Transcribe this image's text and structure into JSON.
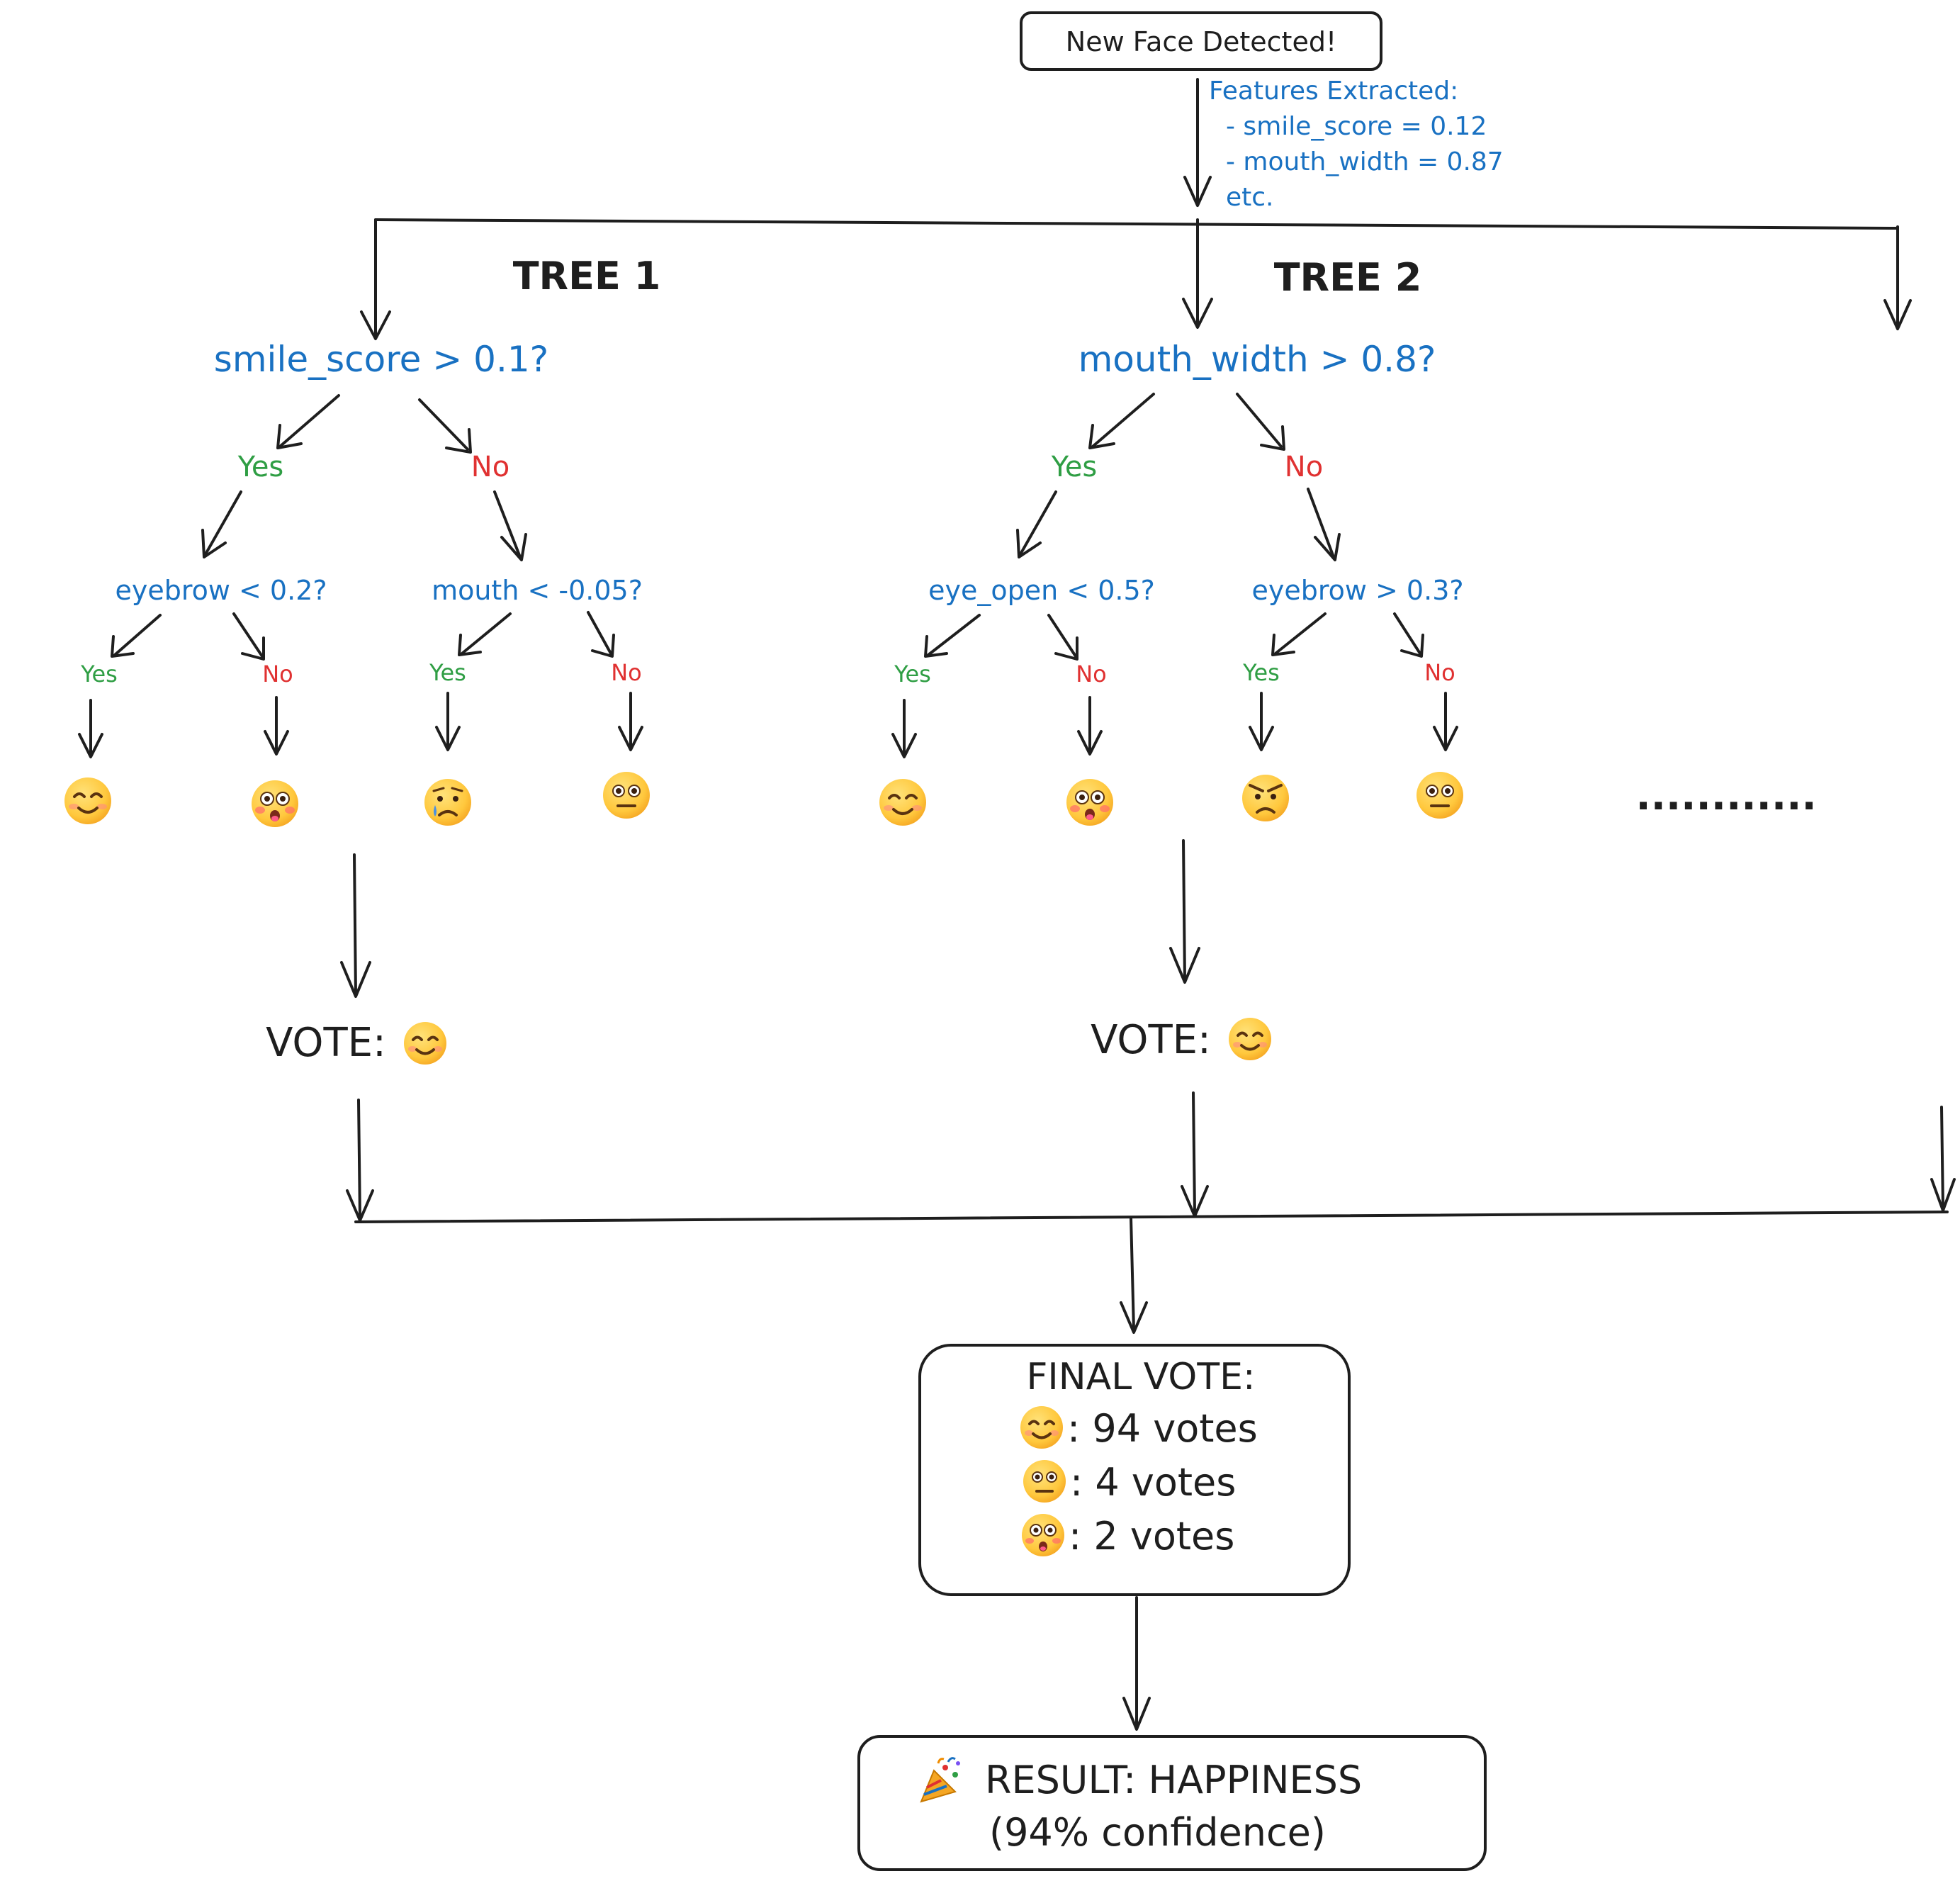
{
  "top": {
    "new_face": "New Face Detected!",
    "features_title": "Features Extracted:",
    "feature_1": "- smile_score = 0.12",
    "feature_2": "- mouth_width = 0.87",
    "feature_3": "etc."
  },
  "tree1": {
    "title": "TREE 1",
    "root": "smile_score > 0.1?",
    "yes": "Yes",
    "no": "No",
    "left_q": "eyebrow < 0.2?",
    "right_q": "mouth < -0.05?",
    "ll": "Yes",
    "lr": "No",
    "rl": "Yes",
    "rr": "No",
    "leaves": [
      "smiling",
      "flushed",
      "sad",
      "neutral"
    ],
    "vote_label": "VOTE:",
    "vote": "smiling"
  },
  "tree2": {
    "title": "TREE 2",
    "root": "mouth_width > 0.8?",
    "yes": "Yes",
    "no": "No",
    "left_q": "eye_open < 0.5?",
    "right_q": "eyebrow > 0.3?",
    "ll": "Yes",
    "lr": "No",
    "rl": "Yes",
    "rr": "No",
    "leaves": [
      "smiling",
      "flushed",
      "angry",
      "neutral"
    ],
    "vote_label": "VOTE:",
    "vote": "smiling"
  },
  "more": "............",
  "final": {
    "title": "FINAL VOTE:",
    "rows": [
      {
        "emoji": "smiling",
        "text": ": 94 votes"
      },
      {
        "emoji": "neutral",
        "text": ": 4 votes"
      },
      {
        "emoji": "flushed",
        "text": ": 2 votes"
      }
    ]
  },
  "result": {
    "icon": "party-popper-icon",
    "line1": "RESULT: HAPPINESS",
    "line2": "(94% confidence)"
  },
  "colors": {
    "question": "#1971c2",
    "yes": "#2f9e44",
    "no": "#e03131",
    "ink": "#1e1e1e",
    "emoji_face": "#ffc83d"
  }
}
